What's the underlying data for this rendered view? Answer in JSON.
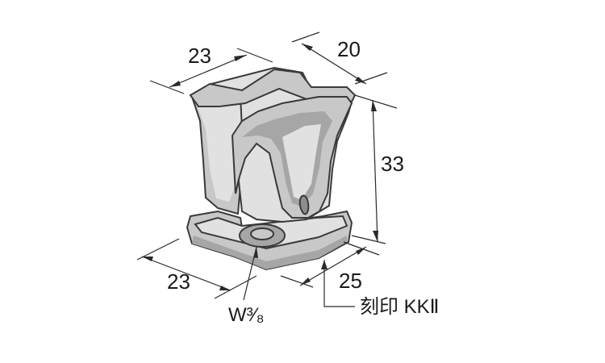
{
  "dimensions": {
    "top_left_width": "23",
    "top_right_depth": "20",
    "height": "33",
    "bottom_left_width": "23",
    "bottom_right_depth": "25"
  },
  "labels": {
    "thread": "W³⁄₈",
    "marking": "刻印 KKⅡ"
  },
  "colors": {
    "metal_light": "#e1e1e1",
    "metal_mid": "#c8c8c8",
    "metal_dark": "#a6a6a6",
    "outline": "#3a3a3a"
  }
}
